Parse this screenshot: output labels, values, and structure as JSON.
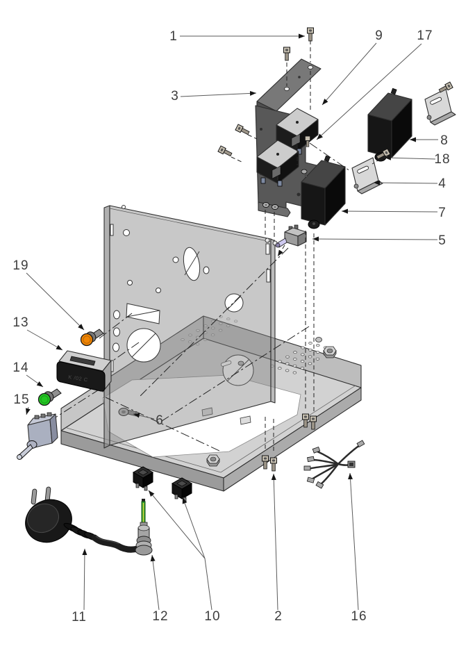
{
  "diagram": {
    "callouts": [
      {
        "num": "1"
      },
      {
        "num": "2"
      },
      {
        "num": "3"
      },
      {
        "num": "4"
      },
      {
        "num": "5"
      },
      {
        "num": "6"
      },
      {
        "num": "7"
      },
      {
        "num": "8"
      },
      {
        "num": "9"
      },
      {
        "num": "10"
      },
      {
        "num": "11"
      },
      {
        "num": "12"
      },
      {
        "num": "13"
      },
      {
        "num": "14"
      },
      {
        "num": "15"
      },
      {
        "num": "16"
      },
      {
        "num": "17"
      },
      {
        "num": "18"
      },
      {
        "num": "19"
      }
    ],
    "module_display": "K /02 C",
    "colors": {
      "lamp_orange": "#F08504",
      "lamp_green": "#23C723",
      "enclosure_black": "#0d0d0d",
      "chassis_gray": "#c9c9c9",
      "bracket_gray": "#585858",
      "wire_green": "#2f9e2f"
    }
  }
}
